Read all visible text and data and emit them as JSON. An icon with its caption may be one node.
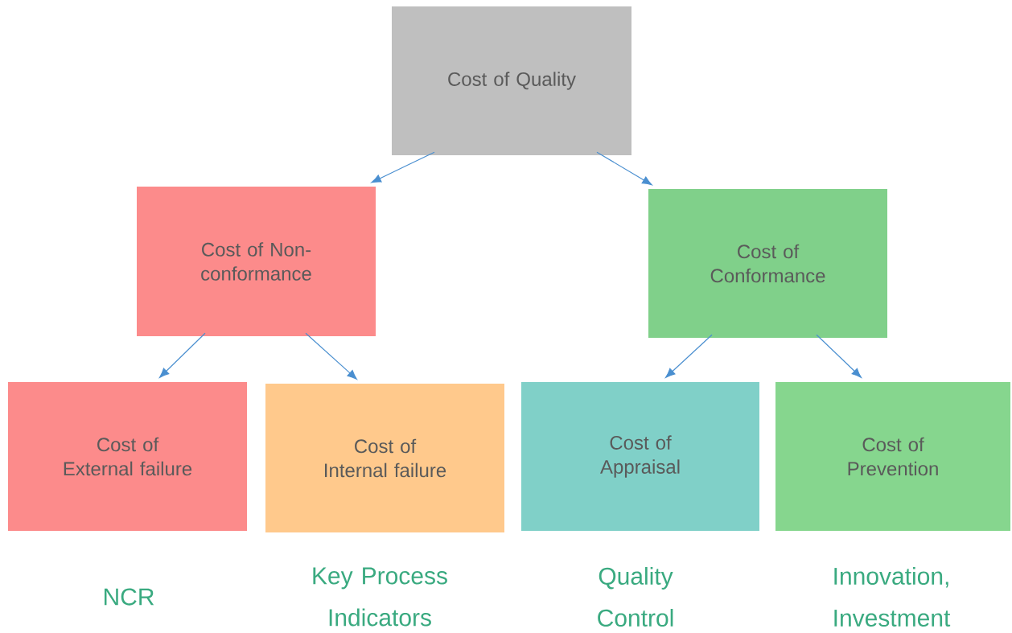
{
  "diagram": {
    "nodes": [
      {
        "text": [
          "Cost of Quality"
        ]
      },
      {
        "text": [
          "Cost of Non-conformance"
        ]
      },
      {
        "text": [
          "Cost of Conformance"
        ]
      },
      {
        "text": [
          "Cost of External failure"
        ],
        "beside": [
          "NCR"
        ]
      },
      {
        "text": [
          "Cost of Internal failure"
        ],
        "beside": [
          "Key Process Indicators"
        ]
      },
      {
        "text": [
          "Cost of Appraisal"
        ],
        "beside": [
          "Quality Control"
        ]
      },
      {
        "text": [
          "Cost of Prevention"
        ],
        "beside": [
          "Innovation, Investment"
        ]
      }
    ],
    "edges": [
      {
        "from": 0,
        "to": 1,
        "arrow": "to"
      },
      {
        "from": 0,
        "to": 2,
        "arrow": "to"
      },
      {
        "from": 1,
        "to": 3,
        "arrow": "to"
      },
      {
        "from": 1,
        "to": 4,
        "arrow": "to"
      },
      {
        "from": 2,
        "to": 5,
        "arrow": "to"
      },
      {
        "from": 2,
        "to": 6,
        "arrow": "to"
      }
    ]
  }
}
